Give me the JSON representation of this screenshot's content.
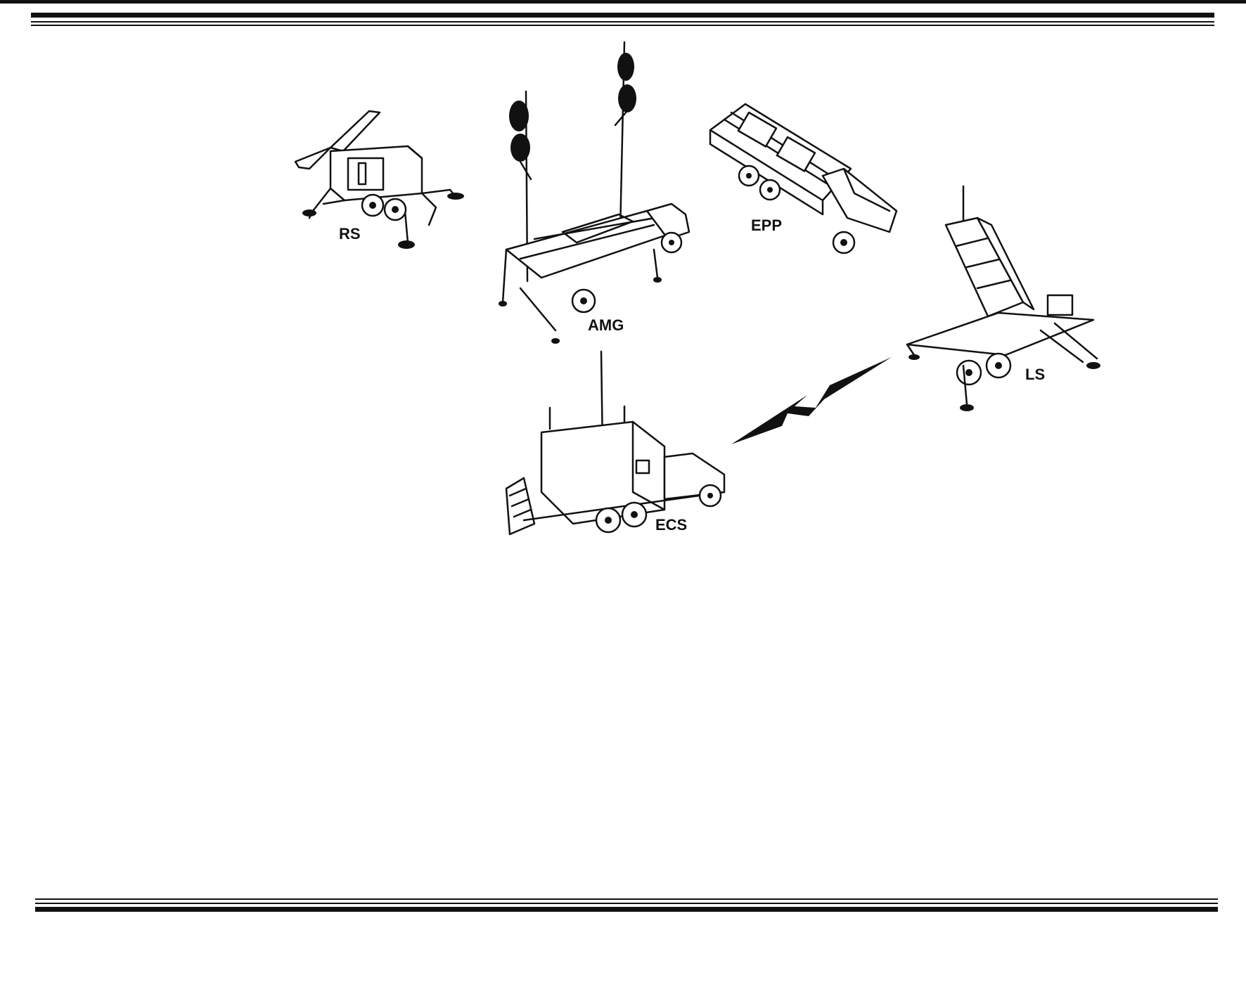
{
  "colors": {
    "ink": "#111111",
    "paper": "#ffffff"
  },
  "labels": {
    "rs": "RS",
    "amg": "AMG",
    "epp": "EPP",
    "ls": "LS",
    "ecs": "ECS"
  },
  "link": {
    "type": "radio-link",
    "from": "ECS",
    "to": "LS"
  }
}
